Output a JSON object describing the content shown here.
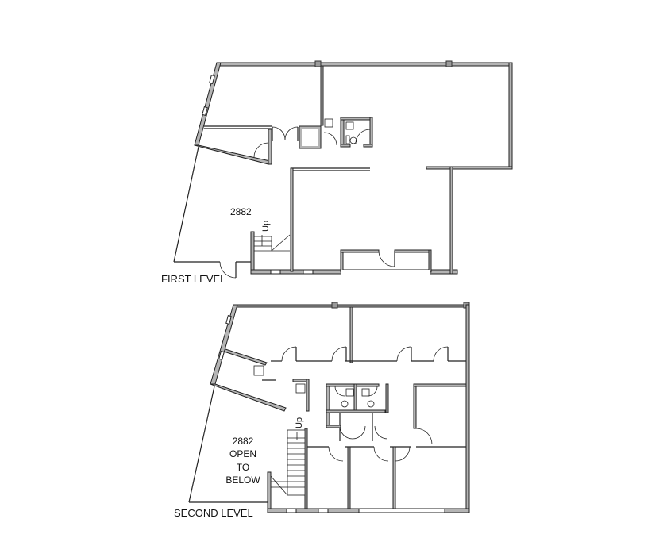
{
  "plans": [
    {
      "id": "first-level",
      "title": "FIRST LEVEL",
      "room_label": "2882",
      "stair_label": "Up"
    },
    {
      "id": "second-level",
      "title": "SECOND LEVEL",
      "room_label_lines": [
        "2882",
        "OPEN",
        "TO",
        "BELOW"
      ],
      "stair_label": "Up"
    }
  ]
}
